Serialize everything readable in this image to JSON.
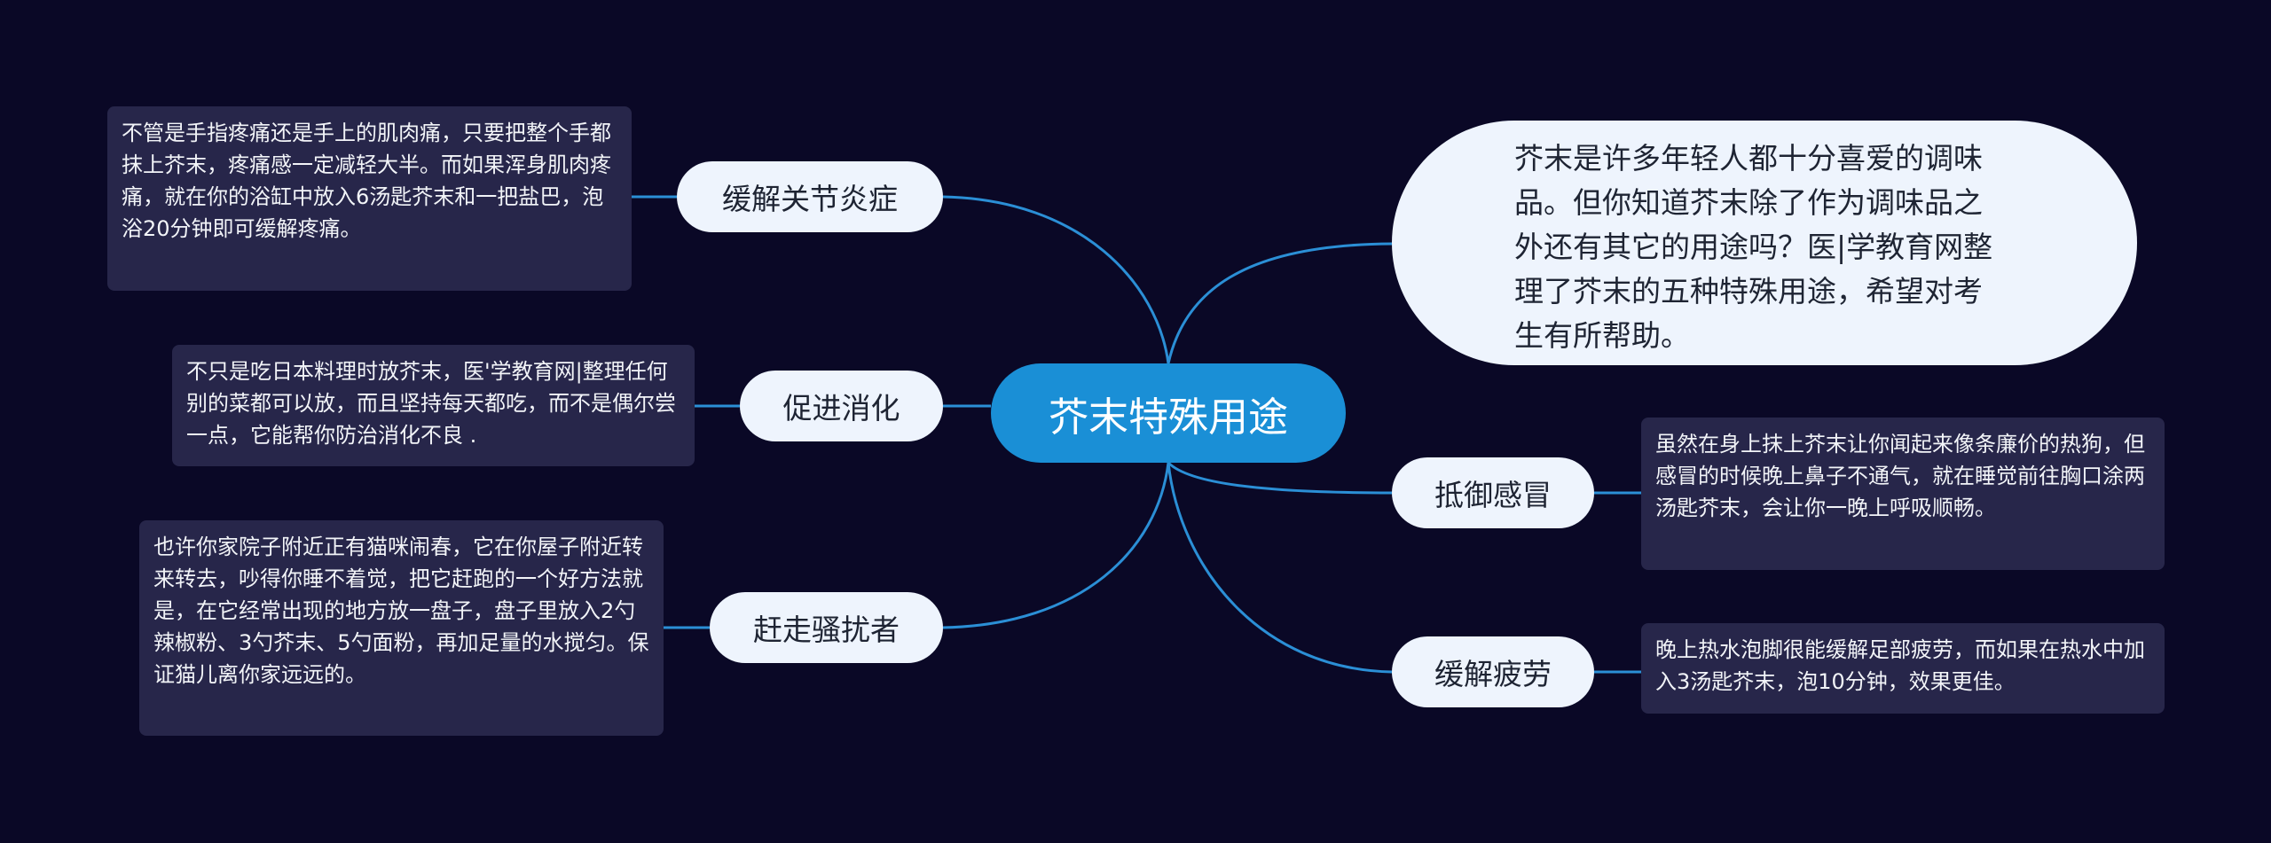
{
  "center": {
    "label": "芥末特殊用途"
  },
  "intro": {
    "text": "芥末是许多年轻人都十分喜爱的调味品。但你知道芥末除了作为调味品之外还有其它的用途吗？医|学教育网整理了芥末的五种特殊用途，希望对考生有所帮助。"
  },
  "branches": {
    "joint": {
      "label": "缓解关节炎症",
      "note": "不管是手指疼痛还是手上的肌肉痛，只要把整个手都抹上芥末，疼痛感一定减轻大半。而如果浑身肌肉疼痛，就在你的浴缸中放入6汤匙芥末和一把盐巴，泡浴20分钟即可缓解疼痛。"
    },
    "digest": {
      "label": "促进消化",
      "note": "不只是吃日本料理时放芥末，医'学教育网|整理任何别的菜都可以放，而且坚持每天都吃，而不是偶尔尝一点，它能帮你防治消化不良 ."
    },
    "pests": {
      "label": "赶走骚扰者",
      "note": "也许你家院子附近正有猫咪闹春，它在你屋子附近转来转去，吵得你睡不着觉，把它赶跑的一个好方法就是，在它经常出现的地方放一盘子，盘子里放入2勺辣椒粉、3勺芥末、5勺面粉，再加足量的水搅匀。保证猫儿离你家远远的。"
    },
    "cold": {
      "label": "抵御感冒",
      "note": "虽然在身上抹上芥末让你闻起来像条廉价的热狗，但感冒的时候晚上鼻子不通气，就在睡觉前往胸口涂两汤匙芥末，会让你一晚上呼吸顺畅。"
    },
    "fatigue": {
      "label": "缓解疲劳",
      "note": "晚上热水泡脚很能缓解足部疲劳，而如果在热水中加入3汤匙芥末，泡10分钟，效果更佳。"
    }
  },
  "colors": {
    "background": "#0a0826",
    "center": "#1a8fd6",
    "link": "#2b8fd6",
    "node": "#eef4fd",
    "note": "#27264a"
  }
}
